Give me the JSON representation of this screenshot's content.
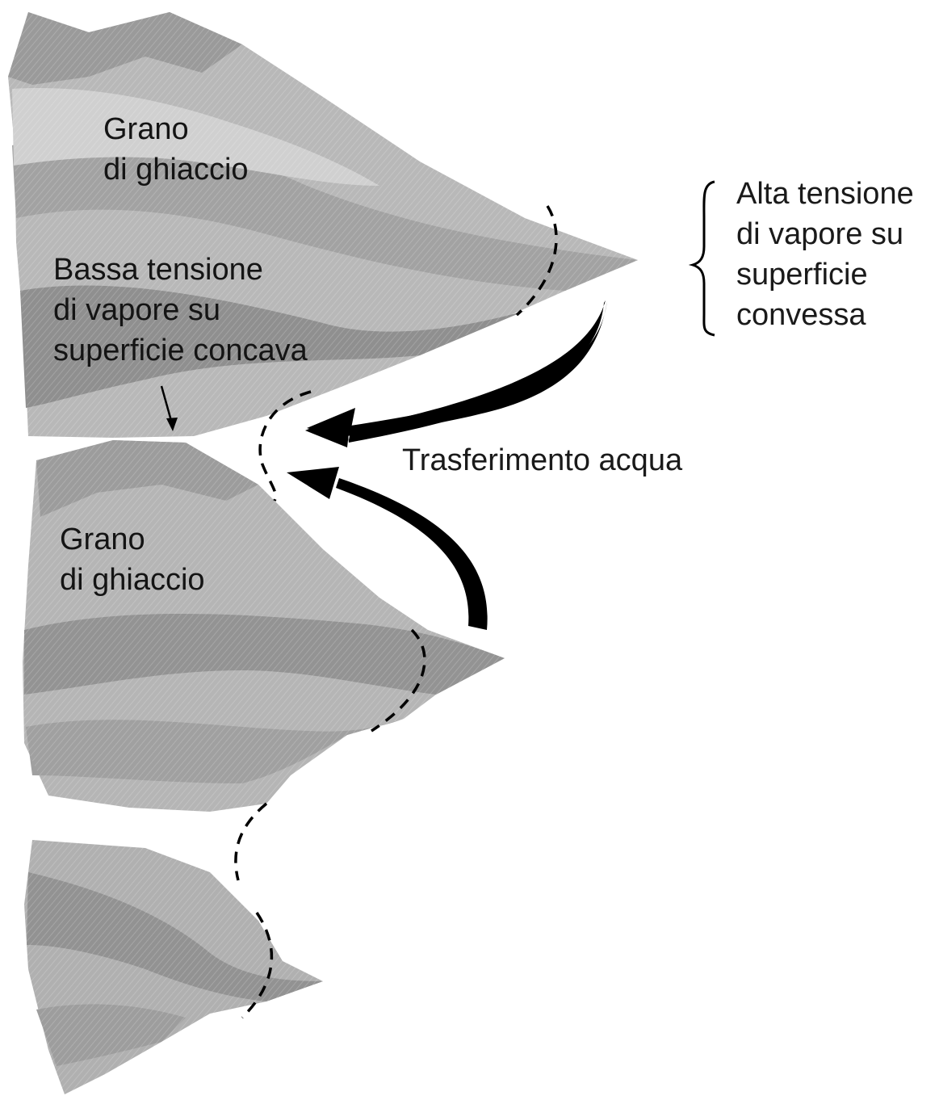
{
  "labels": {
    "grain_top": [
      "Grano",
      "di ghiaccio"
    ],
    "grain_mid": [
      "Grano",
      "di ghiaccio"
    ],
    "low_pressure": [
      "Bassa tensione",
      "di vapore su",
      "superficie concava"
    ],
    "high_pressure": [
      "Alta tensione",
      "di vapore su",
      "superficie",
      "convessa"
    ],
    "transfer": "Trasferimento acqua"
  },
  "colors": {
    "grain_light": "#c9c9c9",
    "grain_mid": "#a9a9a9",
    "grain_dark": "#8e8e8e",
    "ink": "#000000"
  }
}
